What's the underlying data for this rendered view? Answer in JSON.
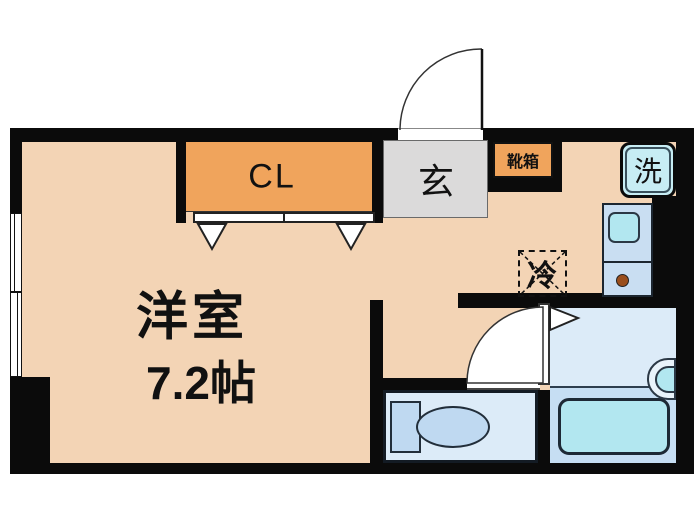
{
  "plan": {
    "type": "japanese-apartment-floor-plan",
    "labels": {
      "room_name": "洋室",
      "room_size": "7.2帖",
      "closet": "CL",
      "entrance": "玄",
      "shoe_box": "靴箱",
      "washing_machine": "洗",
      "refrigerator": "冷"
    },
    "rooms": [
      {
        "name": "western-room",
        "label": "洋室 7.2帖"
      },
      {
        "name": "closet",
        "label": "CL"
      },
      {
        "name": "entrance-genkan",
        "label": "玄"
      },
      {
        "name": "bathroom",
        "fixtures": [
          "bathtub",
          "washbasin"
        ]
      },
      {
        "name": "toilet-room",
        "fixtures": [
          "toilet"
        ]
      },
      {
        "name": "kitchen-hall",
        "fixtures": [
          "kitchen-unit",
          "sink",
          "burner",
          "refrigerator-space",
          "washing-machine-space",
          "shoe-box"
        ]
      }
    ],
    "colors": {
      "wall": "#0b0b0b",
      "floor_main": "#f3d4b5",
      "closet_orange": "#f0a45c",
      "genkan_gray": "#dbdada",
      "wet_floor_blue": "#dcebf8",
      "bath_floor_blue": "#c6def3",
      "fixture_cyan": "#b2e7f0",
      "kitchen_blue": "#c9def2",
      "burner_brown": "#9a4e1c",
      "background": "#ffffff"
    }
  }
}
